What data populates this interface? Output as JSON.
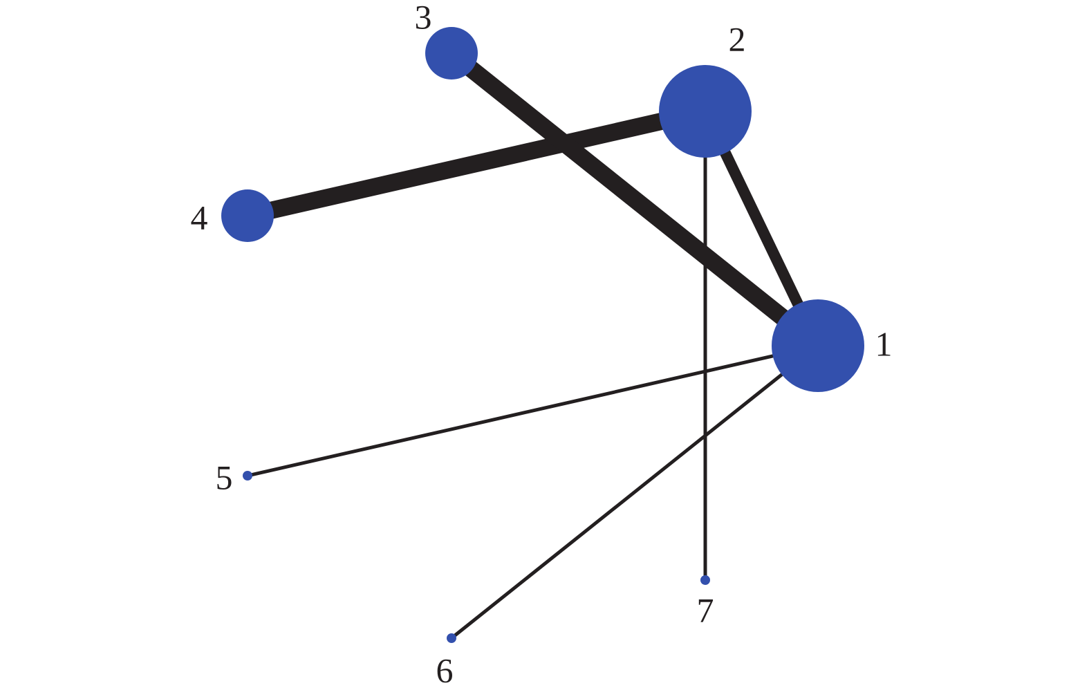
{
  "diagram": {
    "type": "network-graph",
    "node_color": "#3350ad",
    "edge_color": "#231f20",
    "nodes": [
      {
        "id": "1",
        "label": "1",
        "size": "large"
      },
      {
        "id": "2",
        "label": "2",
        "size": "large"
      },
      {
        "id": "3",
        "label": "3",
        "size": "medium"
      },
      {
        "id": "4",
        "label": "4",
        "size": "medium"
      },
      {
        "id": "5",
        "label": "5",
        "size": "small"
      },
      {
        "id": "6",
        "label": "6",
        "size": "small"
      },
      {
        "id": "7",
        "label": "7",
        "size": "small"
      }
    ],
    "edges": [
      {
        "from": "2",
        "to": "4",
        "weight": "heavy"
      },
      {
        "from": "3",
        "to": "1",
        "weight": "heavy"
      },
      {
        "from": "2",
        "to": "1",
        "weight": "medium"
      },
      {
        "from": "1",
        "to": "5",
        "weight": "light"
      },
      {
        "from": "1",
        "to": "6",
        "weight": "light"
      },
      {
        "from": "2",
        "to": "7",
        "weight": "light"
      }
    ]
  }
}
